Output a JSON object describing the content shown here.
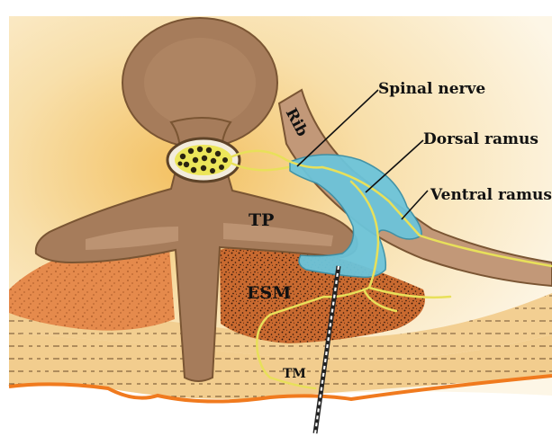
{
  "labels": {
    "spinal_nerve": "Spinal nerve",
    "dorsal_ramus": "Dorsal ramus",
    "ventral_ramus": "Ventral ramus",
    "rib": "Rib",
    "tp": "TP",
    "esm": "ESM",
    "tm": "TM"
  },
  "colors": {
    "bone": "#a67c5b",
    "bone_light": "#c29878",
    "bone_outline": "#7a5533",
    "background_glow": "#f7dca0",
    "muscle_esm": "#e58a4c",
    "muscle_tm": "#f3cf92",
    "nerve": "#e8e05a",
    "nerve_sheath": "#6cc4da",
    "skin": "#f07a1e",
    "needle": "#222222"
  }
}
